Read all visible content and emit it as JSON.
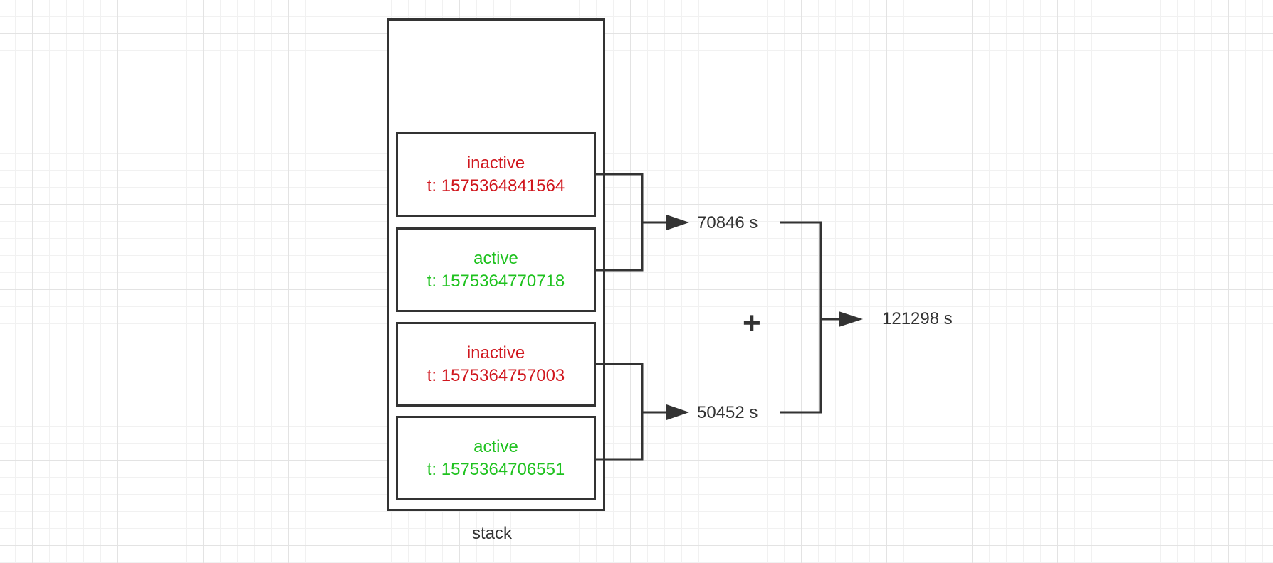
{
  "stack": {
    "label": "stack",
    "frames": [
      {
        "state": "inactive",
        "time": "t: 1575364841564",
        "color": "#d0171e"
      },
      {
        "state": "active",
        "time": "t: 1575364770718",
        "color": "#1fc21f"
      },
      {
        "state": "inactive",
        "time": "t: 1575364757003",
        "color": "#d0171e"
      },
      {
        "state": "active",
        "time": "t: 1575364706551",
        "color": "#1fc21f"
      }
    ]
  },
  "durations": {
    "first": "70846 s",
    "second": "50452 s",
    "operator": "+",
    "total": "121298 s"
  },
  "colors": {
    "line": "#333333",
    "grid": "#e3e3e3"
  }
}
